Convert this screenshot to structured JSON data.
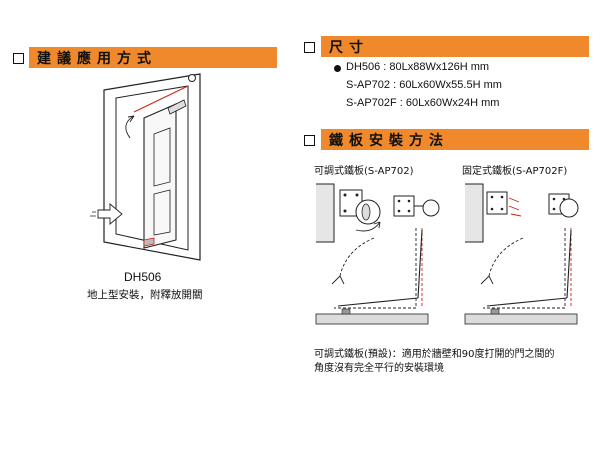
{
  "left": {
    "header": "建議應用方式",
    "model": "DH506",
    "caption": "地上型安裝，附釋放開關"
  },
  "right": {
    "dimensions_header": "尺寸",
    "dimensions": [
      "DH506 : 80Lx88Wx126H mm",
      "S-AP702 : 60Lx60Wx55.5H mm",
      "S-AP702F : 60Lx60Wx24H mm"
    ],
    "install_header": "鐵板安裝方法",
    "plate_adjustable": "可調式鐵板(S-AP702)",
    "plate_fixed": "固定式鐵板(S-AP702F)",
    "note_line1": "可調式鐵板(預設)：適用於牆壁和90度打開的門之間的",
    "note_line2": "角度沒有完全平行的安裝環境"
  }
}
